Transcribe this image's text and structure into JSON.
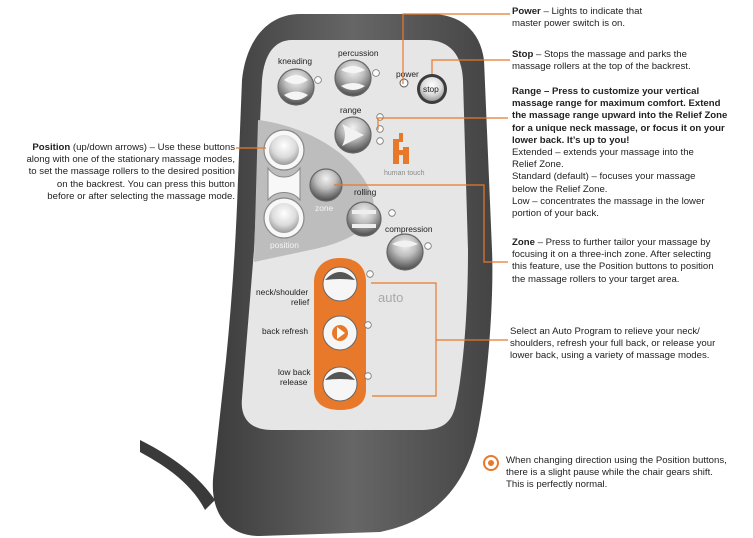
{
  "remote": {
    "buttons": {
      "kneading": "kneading",
      "percussion": "percussion",
      "power": "power",
      "stop": "stop",
      "range": "range",
      "zone": "zone",
      "position": "position",
      "rolling": "rolling",
      "compression": "compression",
      "neck_shoulder_line1": "neck/shoulder",
      "neck_shoulder_line2": "relief",
      "back_refresh": "back refresh",
      "low_back_line1": "low back",
      "low_back_line2": "release"
    },
    "logo_text": "human touch",
    "auto_text": "auto"
  },
  "colors": {
    "orange": "#e8792a",
    "body_dark": "#555555",
    "panel": "#e6e6e6"
  },
  "callouts": {
    "power": {
      "title": "Power",
      "body": " – Lights to indicate that",
      "line2": "master power switch is on."
    },
    "stop": {
      "title": "Stop",
      "body": " – Stops the massage and parks the",
      "line2": "massage rollers at the top of the backrest."
    },
    "range": {
      "title": "Range",
      "lead": " – Press to customize your vertical",
      "bold2": "massage range for maximum comfort. Extend",
      "bold3": "the massage range upward into the Relief Zone",
      "bold4": "for a unique neck massage, or focus it on your",
      "bold5": "lower back. It’s up to you!",
      "l6": "Extended – extends your massage into the",
      "l7": "Relief Zone.",
      "l8": "Standard (default) – focuses your massage",
      "l9": "below the Relief Zone.",
      "l10": "Low – concentrates the massage in the lower",
      "l11": "portion of your back."
    },
    "position": {
      "title": "Position",
      "l1": " (up/down arrows) – Use these buttons",
      "l2": "along with one of the stationary massage modes,",
      "l3": "to set the massage rollers to the desired position",
      "l4": "on the backrest. You can press this button",
      "l5": "before or after selecting the massage mode."
    },
    "zone": {
      "title": "Zone",
      "l1": " – Press to further tailor your massage by",
      "l2": "focusing it on a three-inch zone. After selecting",
      "l3": "this feature, use the Position buttons to position",
      "l4": "the massage rollers to your target area."
    },
    "auto": {
      "l1": "Select an Auto Program to relieve your neck/",
      "l2": "shoulders, refresh your full back, or release your",
      "l3": "lower back, using a variety of massage modes."
    },
    "note": {
      "l1": "When changing direction using the Position buttons,",
      "l2": "there is a slight pause while the chair gears shift.",
      "l3": "This is perfectly normal."
    }
  }
}
